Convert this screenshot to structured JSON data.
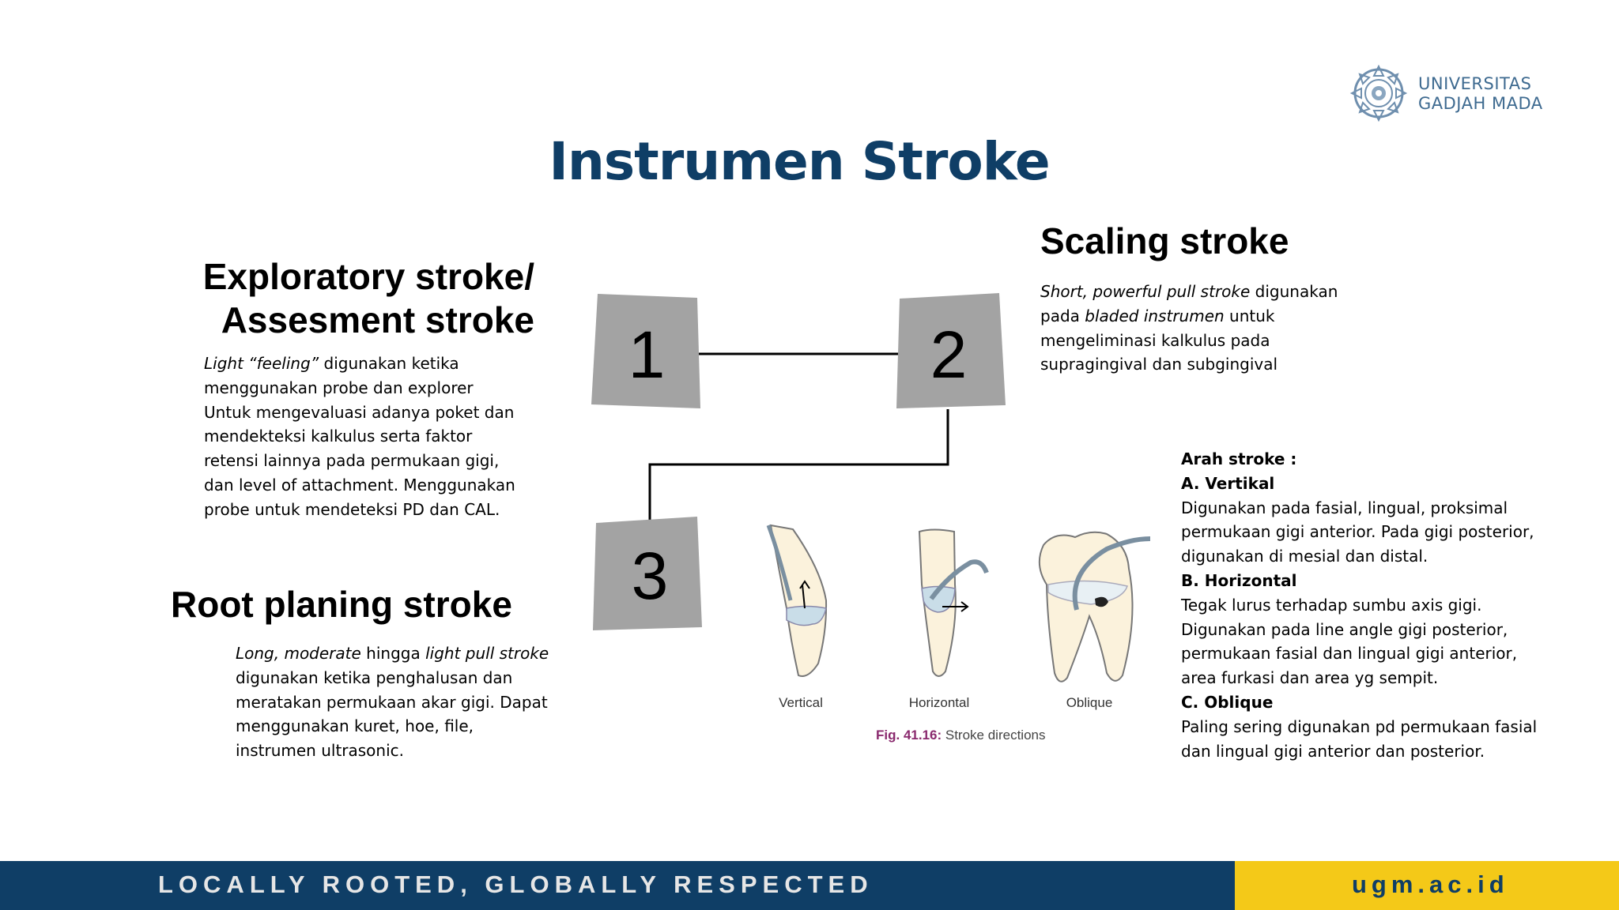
{
  "logo": {
    "line1": "UNIVERSITAS",
    "line2": "GADJAH MADA",
    "icon": "ugm-seal-icon"
  },
  "title": "Instrumen Stroke",
  "sections": {
    "exploratory": {
      "heading_line1": "Exploratory stroke/",
      "heading_line2": "Assesment stroke",
      "lines": [
        [
          "Light “feeling”",
          " digunakan ketika"
        ],
        [
          "menggunakan probe dan explorer"
        ],
        [
          "Untuk mengevaluasi adanya poket dan"
        ],
        [
          "mendekteksi kalkulus serta faktor"
        ],
        [
          "retensi lainnya pada permukaan gigi,"
        ],
        [
          "dan level of attachment. Menggunakan"
        ],
        [
          "probe untuk mendeteksi PD dan CAL."
        ]
      ]
    },
    "scaling": {
      "heading": "Scaling stroke",
      "l1_em": "Short, powerful pull stroke",
      "l1": " digunakan",
      "l2a": "pada ",
      "l2_em": "bladed instrumen",
      "l2b": " untuk",
      "l3": "mengeliminasi kalkulus pada",
      "l4": "supragingival dan subgingival"
    },
    "root": {
      "heading": "Root planing stroke",
      "l1_em1": "Long, moderate",
      "l1_mid": " hingga ",
      "l1_em2": "light pull stroke",
      "l2": "digunakan ketika penghalusan dan",
      "l3": "meratakan permukaan akar gigi. Dapat",
      "l4": "menggunakan kuret, hoe, file,",
      "l5": "instrumen ultrasonic."
    },
    "arah": {
      "title": "Arah stroke :",
      "a_head": "A. Vertikal",
      "a_l1": "Digunakan pada fasial, lingual, proksimal",
      "a_l2": "permukaan gigi anterior. Pada gigi posterior,",
      "a_l3": "digunakan di mesial dan distal.",
      "b_head": "B. Horizontal",
      "b_l1": "Tegak lurus terhadap sumbu axis gigi.",
      "b_l2": "Digunakan pada line angle gigi posterior,",
      "b_l3": "permukaan fasial dan lingual gigi anterior,",
      "b_l4": "area furkasi dan area yg sempit.",
      "c_head": "C. Oblique",
      "c_l1": "Paling sering digunakan pd permukaan fasial",
      "c_l2": "dan lingual gigi anterior dan posterior."
    }
  },
  "diagram": {
    "box1": "1",
    "box2": "2",
    "box3": "3",
    "box_color": "#a3a3a3"
  },
  "figure": {
    "labels": [
      "Vertical",
      "Horizontal",
      "Oblique"
    ],
    "caption_ref": "Fig. 41.16:",
    "caption_text": " Stroke directions"
  },
  "footer": {
    "tagline": "LOCALLY ROOTED, GLOBALLY RESPECTED",
    "site": "ugm.ac.id",
    "navy": "#0f3e66",
    "yellow": "#f4c918"
  }
}
